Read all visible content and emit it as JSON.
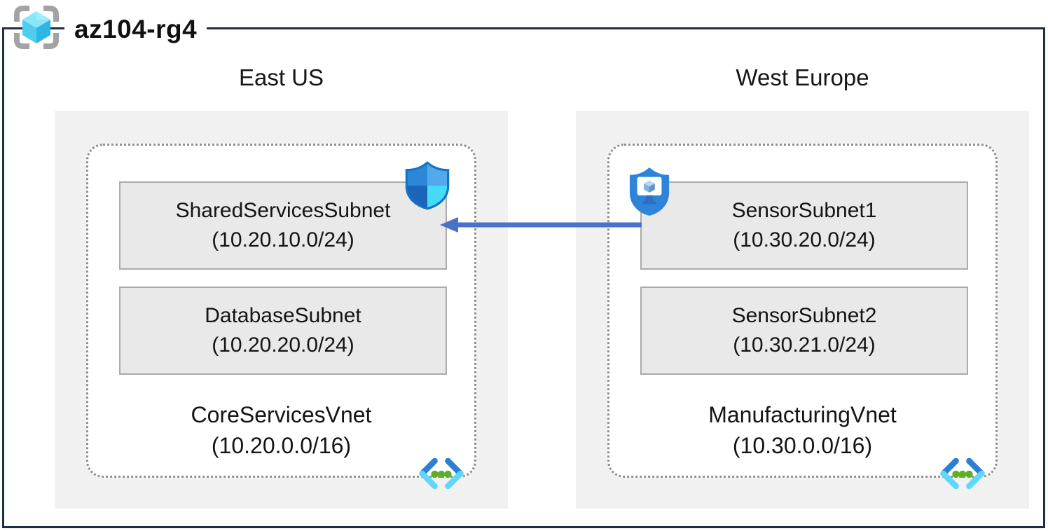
{
  "resource_group": {
    "title": "az104-rg4",
    "icon": "resource-group-icon"
  },
  "regions": [
    {
      "name": "East US",
      "vnet": {
        "name": "CoreServicesVnet",
        "cidr": "(10.20.0.0/16)",
        "subnets": [
          {
            "name": "SharedServicesSubnet",
            "cidr": "(10.20.10.0/24)"
          },
          {
            "name": "DatabaseSubnet",
            "cidr": "(10.20.20.0/24)"
          }
        ],
        "badge_icon": "defender-shield-icon"
      }
    },
    {
      "name": "West Europe",
      "vnet": {
        "name": "ManufacturingVnet",
        "cidr": "(10.30.0.0/16)",
        "subnets": [
          {
            "name": "SensorSubnet1",
            "cidr": "(10.30.20.0/24)"
          },
          {
            "name": "SensorSubnet2",
            "cidr": "(10.30.21.0/24)"
          }
        ],
        "badge_icon": "iot-security-icon"
      }
    }
  ],
  "connections": [
    {
      "type": "arrow",
      "from": "SensorSubnet1",
      "to": "SharedServicesSubnet",
      "direction": "right-to-left"
    }
  ],
  "icons": {
    "virtual_network": "virtual-network-icon",
    "defender_shield": "defender-shield-icon",
    "iot_security": "iot-security-icon"
  },
  "colors": {
    "frame_border": "#1C2E4A",
    "region_background": "#F1F1F1",
    "subnet_background": "#E9E9E9",
    "subnet_border": "#ABABAB",
    "vnet_dotted_border": "#8F8F8F",
    "arrow": "#4A72C6",
    "bracket_gray": "#A3A3A3",
    "cube_cyan": "#4ECDF0",
    "shield_blue": "#2E84D8",
    "dot_green": "#5FAE27"
  }
}
